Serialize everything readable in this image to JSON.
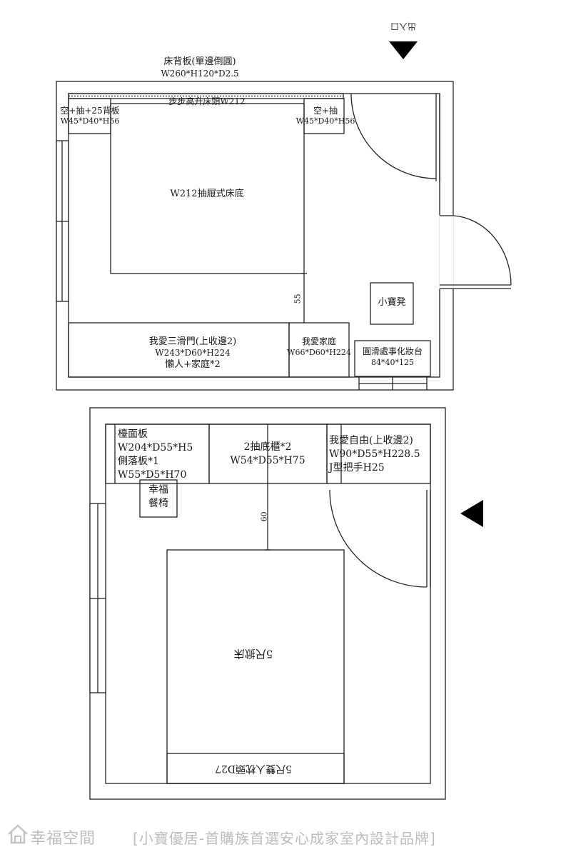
{
  "plan_top": {
    "headboard_label": "床背板(單邊倒圓)",
    "headboard_dims": "W260*H120*D2.5",
    "bed_head_label": "步步高升床頭W212",
    "left_nightstand_title": "空+抽+25背板",
    "left_nightstand_dims": "W45*D40*H56",
    "right_nightstand_title": "空+抽",
    "right_nightstand_dims": "W45*D40*H56",
    "bed_base_label": "W212抽屜式床底",
    "dimension_55": "55",
    "stool_label": "小寶凳",
    "wardrobe_title": "我愛三滑門(上收邊2)",
    "wardrobe_dims": "W243*D60*H224",
    "wardrobe_note": "懶人+家庭*2",
    "cabinet_title": "我愛家庭",
    "cabinet_dims": "W66*D60*H224",
    "vanity_title": "圓滑處事化妝台",
    "vanity_dims": "84*40*125",
    "entrance_label": "出入口"
  },
  "plan_bottom": {
    "counter_title": "檯面板",
    "counter_dims": "W204*D55*H5",
    "side_panel_title": "側落板*1",
    "side_panel_dims": "W55*D5*H70",
    "drawer_cabinet_title": "2抽底櫃*2",
    "drawer_cabinet_dims": "W54*D55*H75",
    "wardrobe_title": "我愛自由(上收邊2)",
    "wardrobe_dims": "W90*D55*H228.5",
    "wardrobe_handle": "J型把手H25",
    "chair_line1": "幸福",
    "chair_line2": "餐椅",
    "dimension_60": "60",
    "bed_label": "5尺掀床",
    "headboard_label": "5尺雙人枕頭D27"
  },
  "footer": {
    "brand": "幸福空間",
    "tagline": "[小寶優居-首購族首選安心成家室內設計品牌]"
  }
}
